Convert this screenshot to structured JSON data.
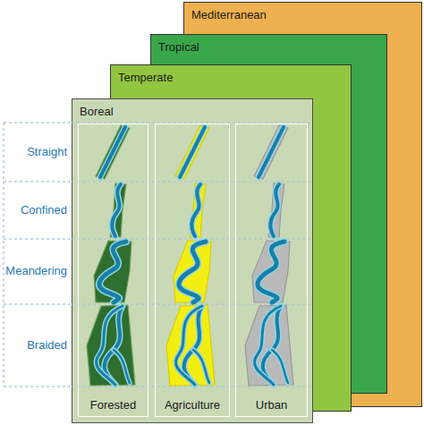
{
  "diagram": {
    "nodes": [
      {
        "text": [
          "Mediterranean"
        ]
      },
      {
        "text": [
          "Tropical"
        ]
      },
      {
        "text": [
          "Temperate"
        ]
      },
      {
        "text": [
          "Boreal"
        ]
      },
      {
        "text": [
          "Forested"
        ],
        "in": 3
      },
      {
        "text": [
          "Agriculture"
        ],
        "in": 3
      },
      {
        "text": [
          "Urban"
        ],
        "in": 3
      }
    ],
    "labels": [
      "Straight",
      "Confined",
      "Meandering",
      "Braided"
    ]
  }
}
